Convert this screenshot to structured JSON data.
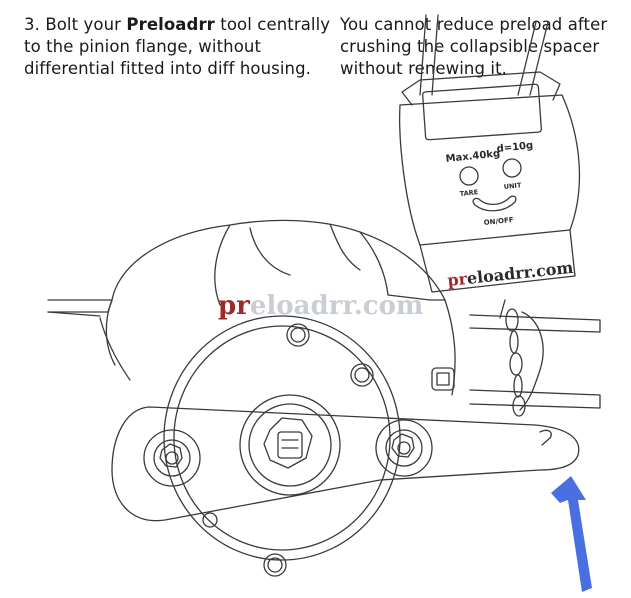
{
  "instructions": {
    "step_number": "3.",
    "step_before": "Bolt your",
    "step_brand": "Preloadrr",
    "step_after": "tool centrally to the pinion flange, without differential fitted into diff housing.",
    "note": "You cannot reduce preload after crushing the collapsible spacer without renewing it."
  },
  "scale": {
    "capacity_label": "Max.40kg",
    "division_label": "d=10g",
    "tare_label": "TARE",
    "unit_label": "UNIT",
    "power_label": "ON/OFF",
    "brand_text": "preloadrr.com"
  },
  "watermark": {
    "text": "preloadrr.com"
  },
  "colors": {
    "arrow": "#4a6fe0",
    "line": "#3a3a3a",
    "brand_accent": "#9b2a2a",
    "watermark": "#c9cdd4"
  }
}
